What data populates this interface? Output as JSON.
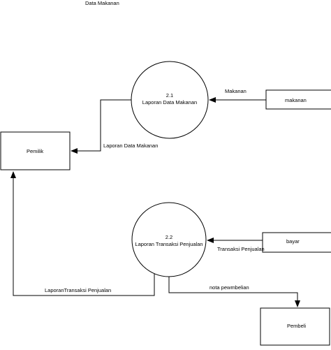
{
  "diagram": {
    "title": "Data Makanan",
    "processes": [
      {
        "id": "2.1",
        "name": "Laporan Data Makanan"
      },
      {
        "id": "2.2",
        "name": "Laporan  Transaksi Penjualan"
      }
    ],
    "entities": {
      "pemilik": "Pemilik",
      "makanan": "makanan",
      "bayar": "bayar",
      "pembeli": "Pembeli"
    },
    "flows": {
      "makanan_to_2_1": "Makanan",
      "laporan_data_makanan": "Laporan Data Makanan",
      "transaksi_penjualan": "Transaksi Penjualan",
      "laporan_transaksi_penjualan": "LaporanTransaksi  Penjualan",
      "nota_pembelian": "nota pewmbelian"
    },
    "colors": {
      "stroke": "#000000",
      "fill": "#ffffff"
    }
  }
}
